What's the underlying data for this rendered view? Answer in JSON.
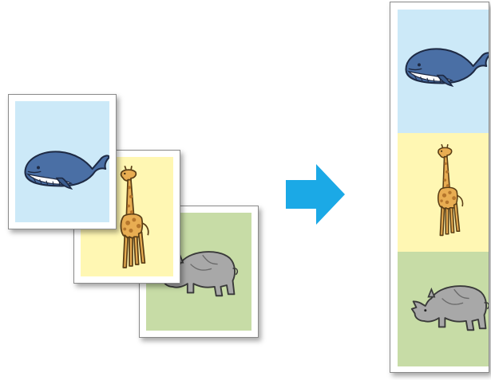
{
  "figure": {
    "source_pages": [
      {
        "animal": "whale",
        "icon": "whale-icon",
        "background": "#cce9f8"
      },
      {
        "animal": "giraffe",
        "icon": "giraffe-icon",
        "background": "#fff7b3"
      },
      {
        "animal": "rhino",
        "icon": "rhino-icon",
        "background": "#c7dca6"
      }
    ],
    "arrow": {
      "icon": "arrow-right-icon",
      "color": "#1ba9e6"
    },
    "result_page": {
      "panels": [
        {
          "animal": "whale",
          "icon": "whale-icon",
          "background": "#cce9f8"
        },
        {
          "animal": "giraffe",
          "icon": "giraffe-icon",
          "background": "#fff7b3"
        },
        {
          "animal": "rhino",
          "icon": "rhino-icon",
          "background": "#c7dca6"
        }
      ]
    }
  }
}
